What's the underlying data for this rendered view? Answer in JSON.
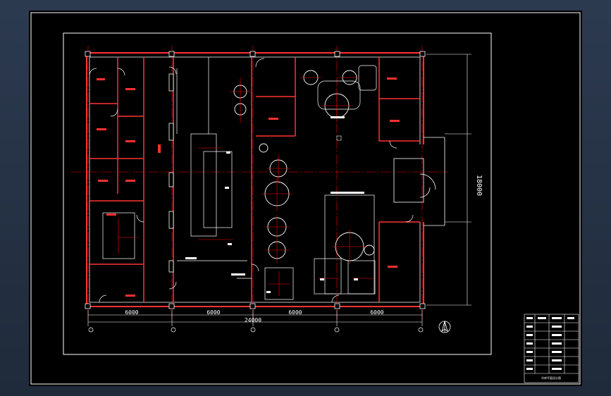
{
  "drawing": {
    "dimensions_bottom": [
      "6000",
      "6000",
      "24000",
      "6000",
      "6000"
    ],
    "dimension_vertical": "18000",
    "title_block_caption": "冷库平面设计图"
  },
  "colors": {
    "wall": "#ff3333",
    "line": "#ffffff",
    "axis": "#ff0000",
    "background": "#000000",
    "frame": "#ffffff"
  }
}
